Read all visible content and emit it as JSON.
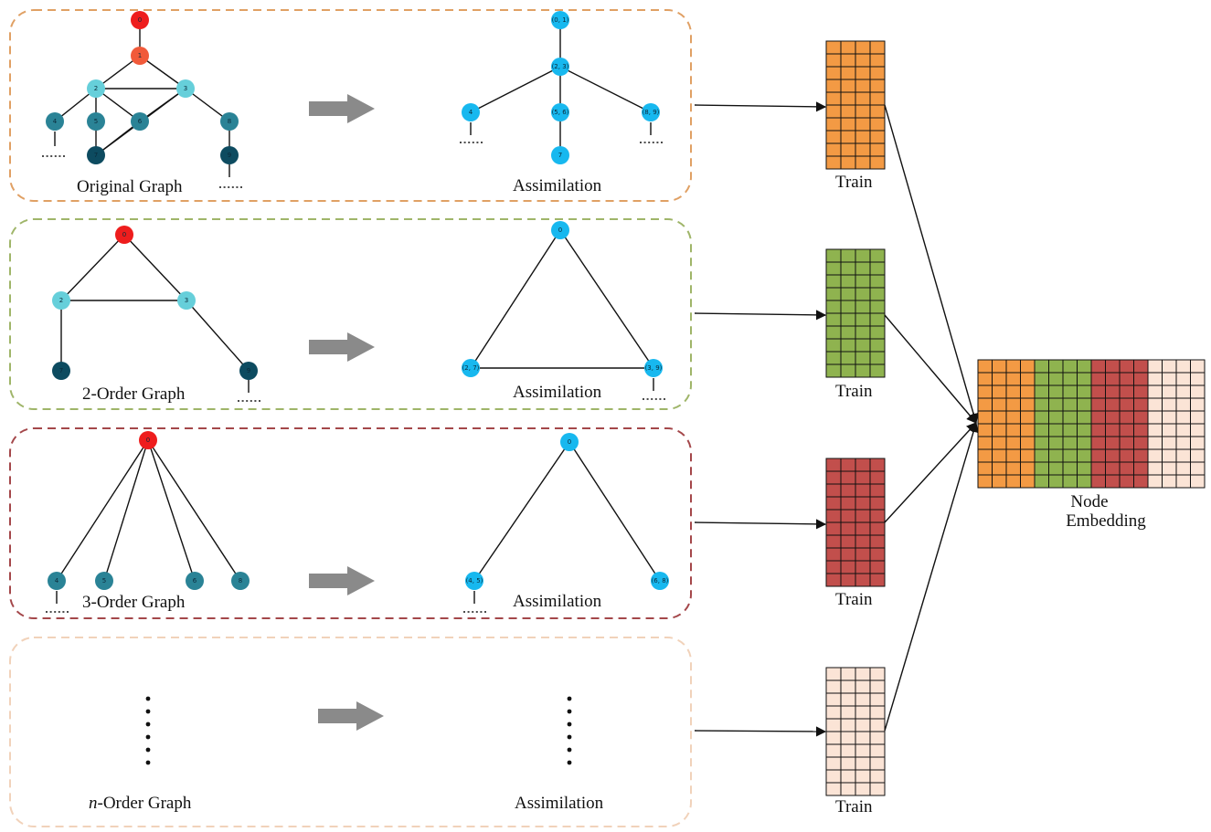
{
  "colors": {
    "panel1": "#e0a064",
    "panel2": "#9fb569",
    "panel3": "#a4474a",
    "panel4": "#f1d2ba",
    "red": "#ee1d1d",
    "orange_red": "#f15a3a",
    "light_teal": "#66cfda",
    "teal": "#2a8396",
    "dark_teal": "#0d4b60",
    "cyan": "#17b8ef",
    "arrow_gray": "#8a8a8a",
    "matrix_orange": "#f39a44",
    "matrix_green": "#8fb34f",
    "matrix_red": "#c24f4c",
    "matrix_peach": "#fbe4d6"
  },
  "rows": [
    {
      "graph_label": "Original Graph",
      "assim_label": "Assimilation",
      "train_label": "Train",
      "graph_nodes": [
        {
          "text": "0"
        },
        {
          "text": "1"
        },
        {
          "text": "2"
        },
        {
          "text": "3"
        },
        {
          "text": "4"
        },
        {
          "text": "5"
        },
        {
          "text": "6"
        },
        {
          "text": "8"
        },
        {
          "text": "7"
        },
        {
          "text": "9"
        }
      ],
      "assim_nodes": [
        {
          "text": "(0, 1)"
        },
        {
          "text": "(2, 3)"
        },
        {
          "text": "4"
        },
        {
          "text": "(5, 6)"
        },
        {
          "text": "(8, 9)"
        },
        {
          "text": "7"
        }
      ]
    },
    {
      "graph_label": "2-Order Graph",
      "assim_label": "Assimilation",
      "train_label": "Train",
      "graph_nodes": [
        {
          "text": "0"
        },
        {
          "text": "2"
        },
        {
          "text": "3"
        },
        {
          "text": "7"
        },
        {
          "text": "9"
        }
      ],
      "assim_nodes": [
        {
          "text": "0"
        },
        {
          "text": "(2, 7)"
        },
        {
          "text": "(3, 9)"
        }
      ]
    },
    {
      "graph_label": "3-Order Graph",
      "assim_label": "Assimilation",
      "train_label": "Train",
      "graph_nodes": [
        {
          "text": "0"
        },
        {
          "text": "4"
        },
        {
          "text": "5"
        },
        {
          "text": "6"
        },
        {
          "text": "8"
        }
      ],
      "assim_nodes": [
        {
          "text": "0"
        },
        {
          "text": "(4, 5)"
        },
        {
          "text": "(6, 8)"
        }
      ]
    },
    {
      "graph_label_italic": "n",
      "graph_label_rest": "-Order Graph",
      "assim_label": "Assimilation",
      "train_label": "Train"
    }
  ],
  "embedding": {
    "label_line1": "Node",
    "label_line2": "Embedding"
  }
}
